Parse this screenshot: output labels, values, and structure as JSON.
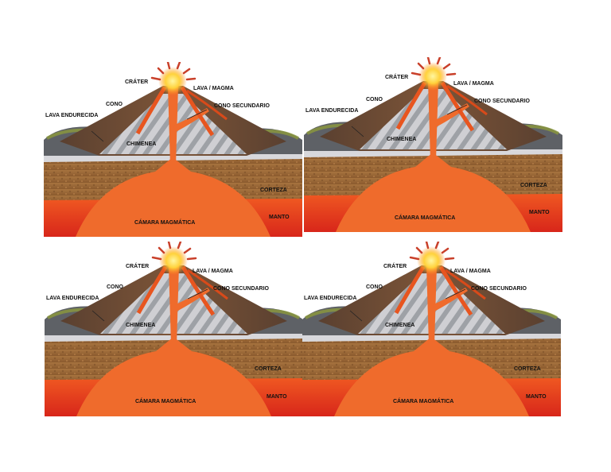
{
  "diagram": {
    "labels": {
      "crater": "CRÁTER",
      "lava_magma": "LAVA / MAGMA",
      "cono": "CONO",
      "cono_secundario": "CONO SECUNDARIO",
      "lava_endurecida": "LAVA ENDURECIDA",
      "chimenea": "CHIMENEA",
      "corteza": "CORTEZA",
      "manto": "MANTO",
      "camara_magmatica": "CÁMARA MAGMÁTICA"
    },
    "colors": {
      "magma": "#ef6b2c",
      "mantle": "#e63a1c",
      "crust": "#9a6a3a",
      "rock_gray": "#c9c9cc",
      "cone_brown": "#6e4a33",
      "hardened_lava": "#5b5e62"
    },
    "panel_count": 4
  }
}
